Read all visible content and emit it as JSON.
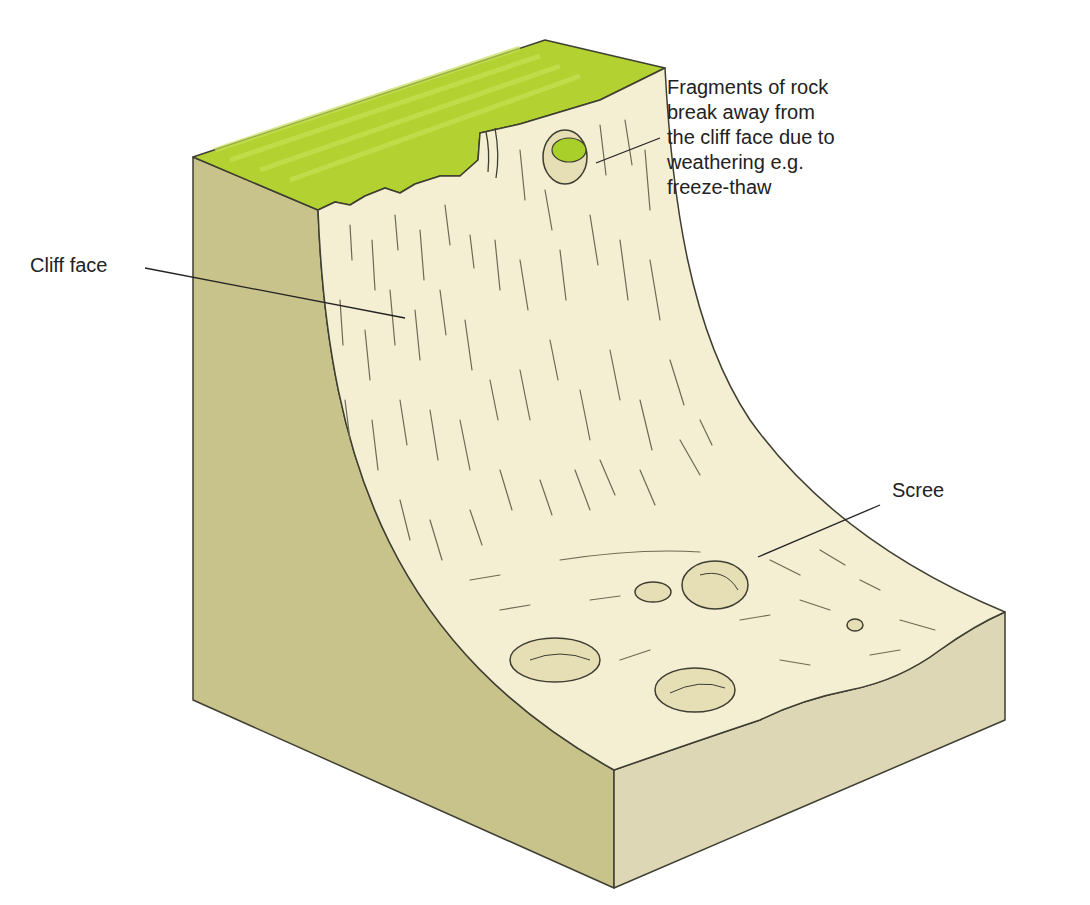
{
  "diagram": {
    "labels": [
      "Fragments of rock break away from the cliff face due to weathering e.g. freeze-thaw",
      "Cliff face",
      "Scree"
    ]
  }
}
